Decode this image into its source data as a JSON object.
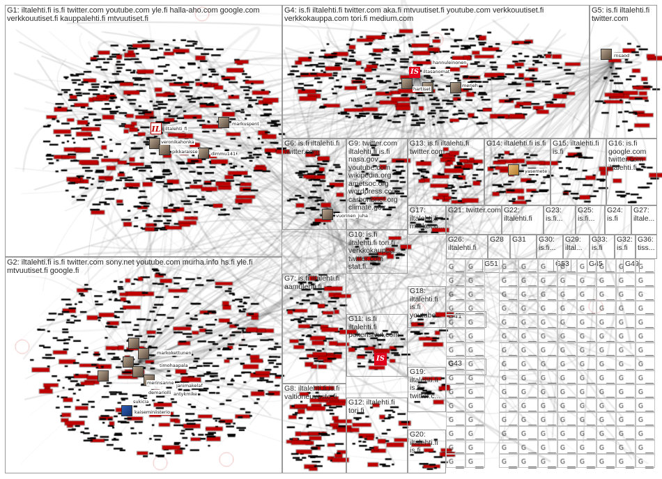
{
  "groups": [
    {
      "id": "g1",
      "label": "G1: iltalehti.fi is.fi twitter.com youtube.com yle.fi halla-aho.com google.com verkkouutiset.fi kauppalehti.fi mtvuutiset.fi"
    },
    {
      "id": "g2",
      "label": "G2: iltalehti.fi is.fi twitter.com sony.net youtube.com murha.info hs.fi yle.fi mtvuutiset.fi google.fi"
    },
    {
      "id": "g4",
      "label": "G4: is.fi iltalehti.fi twitter.com aka.fi mtvuutiset.fi youtube.com verkkouutiset.fi verkkokauppa.com tori.fi medium.com"
    },
    {
      "id": "g5",
      "label": "G5: is.fi iltalehti.fi twitter.com"
    },
    {
      "id": "g6",
      "label": "G6: is.fi iltalehti.fi twitter.com"
    },
    {
      "id": "g9",
      "label": "G9: twitter.com iltalehti.fi is.fi nasa.gov youtube.com wikipedia.org ametsoc.org wordpress.com carbonbrief.org climate.gov"
    },
    {
      "id": "g13",
      "label": "G13: is.fi iltalehti.fi twitter.com"
    },
    {
      "id": "g14",
      "label": "G14: iltalehti.fi is.fi"
    },
    {
      "id": "g15",
      "label": "G15: iltalehti.fi is.fi"
    },
    {
      "id": "g16",
      "label": "G16: is.fi google.com twitter.com iltalehti.fi"
    },
    {
      "id": "g17",
      "label": "G17: iltalehti.fi murkut.o..."
    },
    {
      "id": "g21",
      "label": "G21: twitter.com"
    },
    {
      "id": "g22",
      "label": "G22: iltalehti.fi"
    },
    {
      "id": "g23",
      "label": "G23: is.fi..."
    },
    {
      "id": "g25",
      "label": "G25: is.fi..."
    },
    {
      "id": "g24",
      "label": "G24: is.fi"
    },
    {
      "id": "g27",
      "label": "G27: iltale..."
    },
    {
      "id": "g10",
      "label": "G10: is.fi iltalehti.fi tori.fi verkkokauppa... twitter.com stat.fi..."
    },
    {
      "id": "g26",
      "label": "G26: iltalehti.fi"
    },
    {
      "id": "g28",
      "label": "G28"
    },
    {
      "id": "g31",
      "label": "G31"
    },
    {
      "id": "g30",
      "label": "G30: is.fi..."
    },
    {
      "id": "g29",
      "label": "G29: iltal..."
    },
    {
      "id": "g33",
      "label": "G33: is.fi"
    },
    {
      "id": "g32",
      "label": "G32: is.fi"
    },
    {
      "id": "g36",
      "label": "G36: tiss..."
    },
    {
      "id": "g7",
      "label": "G7: is.fi iltalehti.fi aamulehti.fi"
    },
    {
      "id": "g18",
      "label": "G18: iltalehti.fi is.fi youtube..."
    },
    {
      "id": "g11",
      "label": "G11: is.fi iltalehti.fi pokerisivut.com"
    },
    {
      "id": "g8",
      "label": "G8: iltalehti.fi is.fi valtioneuvosto.fi"
    },
    {
      "id": "g12",
      "label": "G12: iltalehti.fi tori.fi"
    },
    {
      "id": "g19",
      "label": "G19: iltalehti.fi is.fi twitter.c..."
    },
    {
      "id": "g20",
      "label": "G20: iltalehti.fi is.fi"
    },
    {
      "id": "g41",
      "label": "G41"
    },
    {
      "id": "g43",
      "label": "G43"
    },
    {
      "id": "g51",
      "label": "G51"
    },
    {
      "id": "g53",
      "label": "G53"
    },
    {
      "id": "g45",
      "label": "G45"
    },
    {
      "id": "g49",
      "label": "G49"
    }
  ],
  "vertex_labels": [
    {
      "text": "iltalehti_fi"
    },
    {
      "text": "markuspent"
    },
    {
      "text": "veronikahonka"
    },
    {
      "text": "pikkaraisse"
    },
    {
      "text": "dimmu141"
    },
    {
      "text": "markokettunen"
    },
    {
      "text": "timohaapala"
    },
    {
      "text": "merinsanne"
    },
    {
      "text": "janimakelaf"
    },
    {
      "text": "sukicia"
    },
    {
      "text": "demariolli"
    },
    {
      "text": "antykmike"
    },
    {
      "text": "kaiseminiisterio"
    },
    {
      "text": "iltasanomat"
    },
    {
      "text": "merjeh"
    },
    {
      "text": "hartiset"
    },
    {
      "text": "yasemete"
    },
    {
      "text": "vuorinen_juha"
    },
    {
      "text": "rnsaod"
    },
    {
      "text": "hannuleinonen"
    }
  ],
  "logos": [
    {
      "text": "IL"
    },
    {
      "text": "IS"
    },
    {
      "text": "IS"
    }
  ],
  "colors": {
    "border": "#9a9a9a",
    "edge": "#555555",
    "node": "#000000",
    "node_highlight": "#c00000",
    "background": "#ffffff"
  }
}
